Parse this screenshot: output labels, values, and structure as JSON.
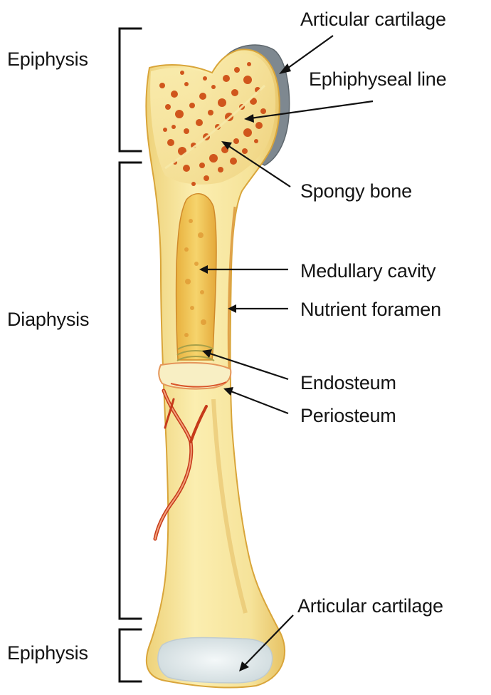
{
  "diagram": {
    "region_labels": {
      "epiphysis_top": "Epiphysis",
      "diaphysis": "Diaphysis",
      "epiphysis_bottom": "Epiphysis"
    },
    "part_labels": {
      "articular_cartilage_top": "Articular cartilage",
      "epiphyseal_line": "Ephiphyseal line",
      "spongy_bone": "Spongy bone",
      "medullary_cavity": "Medullary cavity",
      "nutrient_foramen": "Nutrient foramen",
      "endosteum": "Endosteum",
      "periosteum": "Periosteum",
      "articular_cartilage_bottom": "Articular cartilage"
    },
    "colors": {
      "bone_fill": "#f5e28e",
      "bone_edge": "#d9a53a",
      "spongy_dots": "#d0561c",
      "vessel": "#c63a1a",
      "cartilage_top": "#7e8890",
      "cartilage_bottom": "#e8eef0",
      "leader_lines": "#111111"
    }
  }
}
